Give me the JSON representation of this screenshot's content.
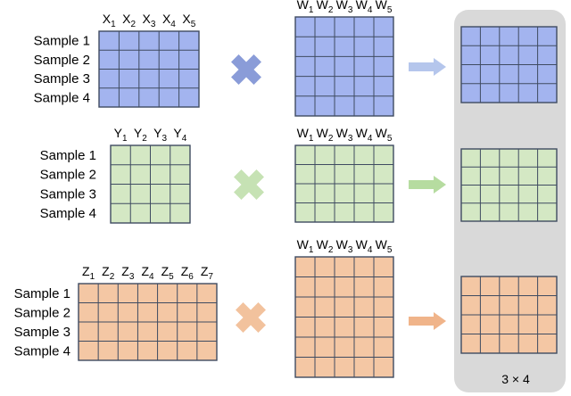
{
  "sample_labels": [
    "Sample 1",
    "Sample 2",
    "Sample 3",
    "Sample 4"
  ],
  "colors": {
    "blue": "#a3b4ef",
    "green": "#d4e8c4",
    "orange": "#f4c7a4",
    "grid": "#3f4b61",
    "panel": "#d9d9d9",
    "cross_blue": "#8a9cd8",
    "cross_green": "#c6e2b4",
    "cross_orange": "#f2c29d",
    "arrow_blue": "#b5c6ec",
    "arrow_green": "#b6dca0",
    "arrow_orange": "#f0b48a"
  },
  "rows": [
    {
      "id": "x",
      "input_letter": "X",
      "input_subscripts": [
        "1",
        "2",
        "3",
        "4",
        "5"
      ],
      "weight_letter": "W",
      "weight_subscripts": [
        "1",
        "2",
        "3",
        "4",
        "5"
      ]
    },
    {
      "id": "y",
      "input_letter": "Y",
      "input_subscripts": [
        "1",
        "2",
        "3",
        "4"
      ],
      "weight_letter": "W",
      "weight_subscripts": [
        "1",
        "2",
        "3",
        "4",
        "5"
      ]
    },
    {
      "id": "z",
      "input_letter": "Z",
      "input_subscripts": [
        "1",
        "2",
        "3",
        "4",
        "5",
        "6",
        "7"
      ],
      "weight_letter": "W",
      "weight_subscripts": [
        "1",
        "2",
        "3",
        "4",
        "5"
      ]
    }
  ],
  "output_panel": {
    "caption": "3 × 4"
  }
}
